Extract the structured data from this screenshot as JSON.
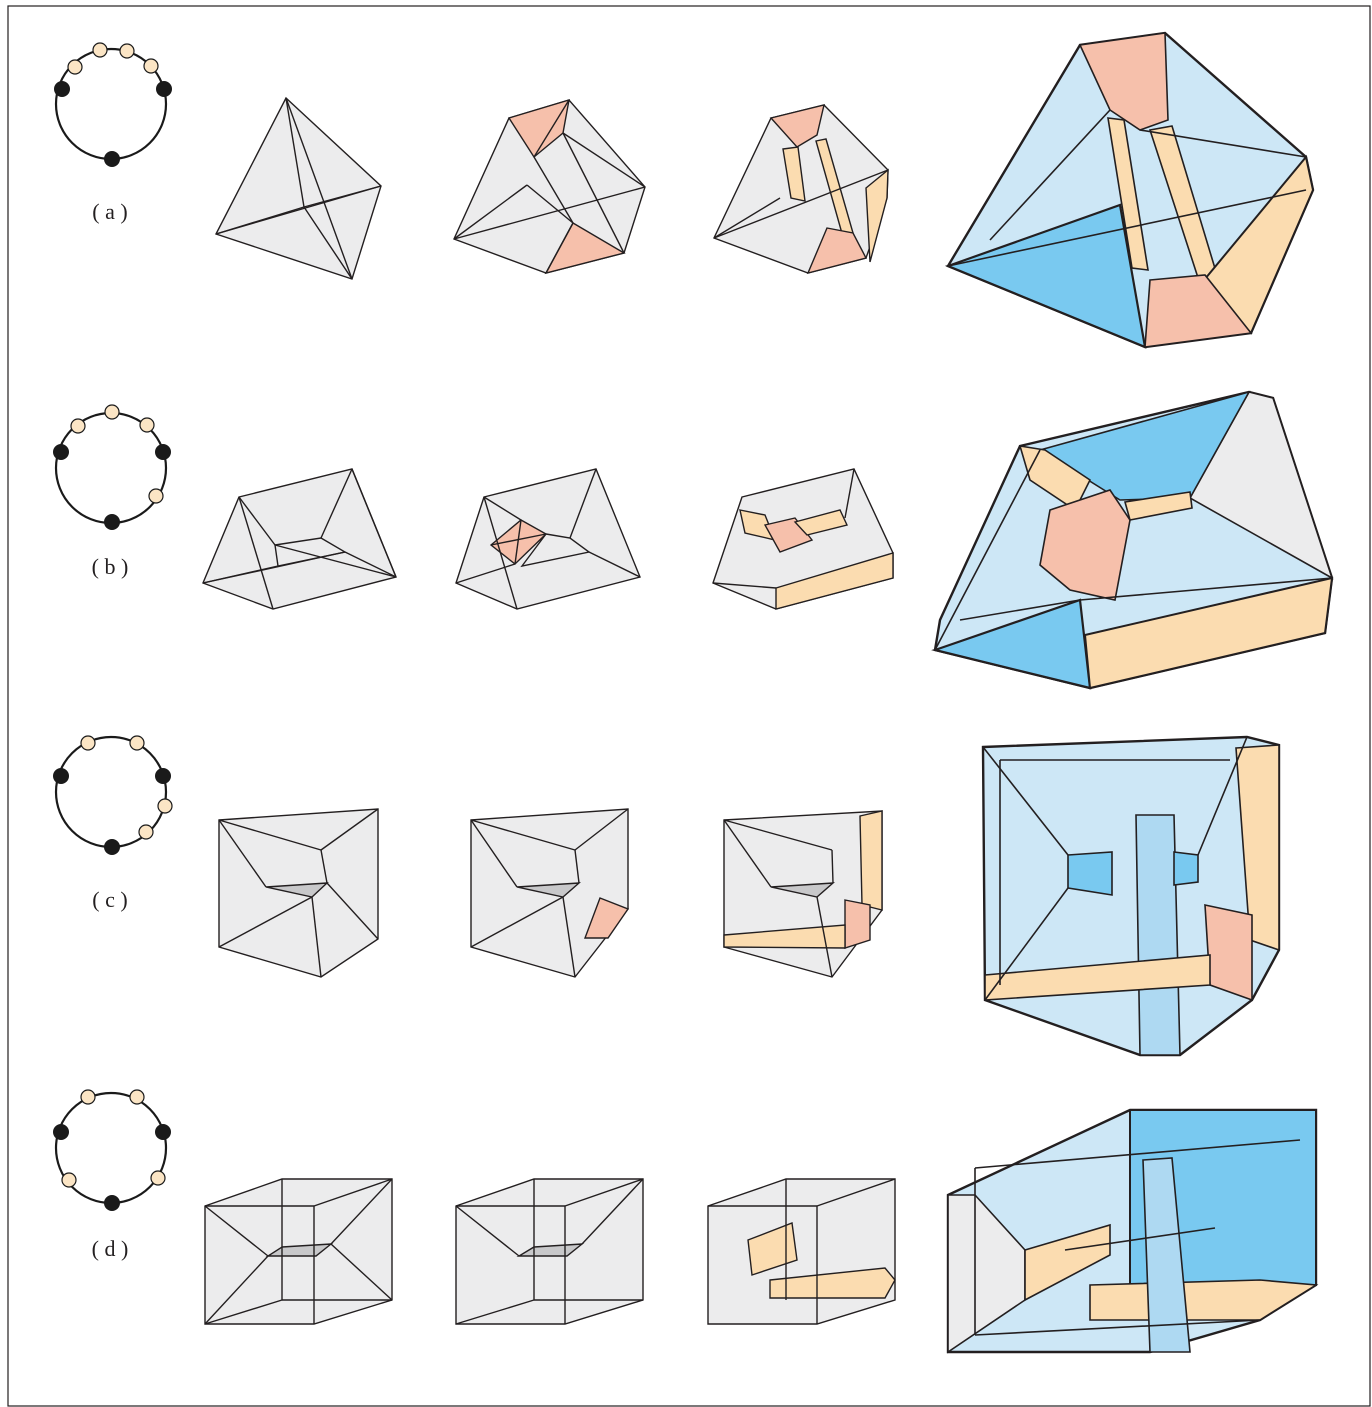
{
  "rows": [
    {
      "id": "a",
      "label": "( a )"
    },
    {
      "id": "b",
      "label": "( b )"
    },
    {
      "id": "c",
      "label": "( c )"
    },
    {
      "id": "d",
      "label": "( d )"
    }
  ],
  "colors": {
    "grey_face": "#ececed",
    "salmon": "#f6c0ab",
    "peach": "#fbdcb0",
    "light_blue": "#cde7f6",
    "blue": "#79c9f0",
    "node_black": "#1a1a1a",
    "node_cream": "#fbe5c5"
  }
}
